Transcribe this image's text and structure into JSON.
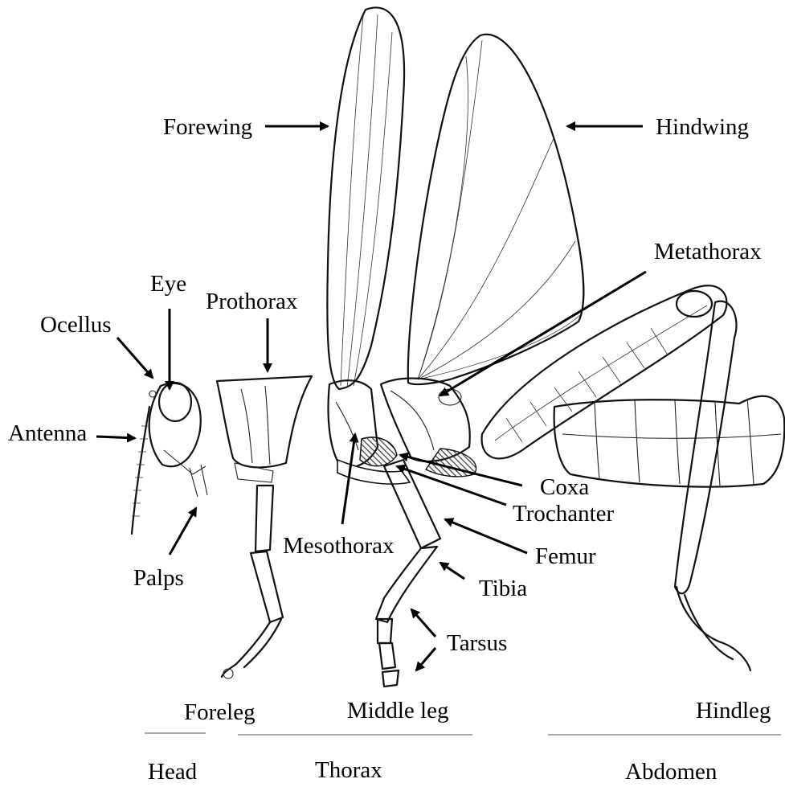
{
  "labels": {
    "forewing": "Forewing",
    "hindwing": "Hindwing",
    "metathorax": "Metathorax",
    "eye": "Eye",
    "prothorax": "Prothorax",
    "ocellus": "Ocellus",
    "antenna": "Antenna",
    "palps": "Palps",
    "mesothorax": "Mesothorax",
    "coxa": "Coxa",
    "trochanter": "Trochanter",
    "femur": "Femur",
    "tibia": "Tibia",
    "tarsus": "Tarsus"
  },
  "legs": {
    "foreleg": "Foreleg",
    "middle_leg": "Middle leg",
    "hindleg": "Hindleg"
  },
  "sections": {
    "head": "Head",
    "thorax": "Thorax",
    "abdomen": "Abdomen"
  }
}
